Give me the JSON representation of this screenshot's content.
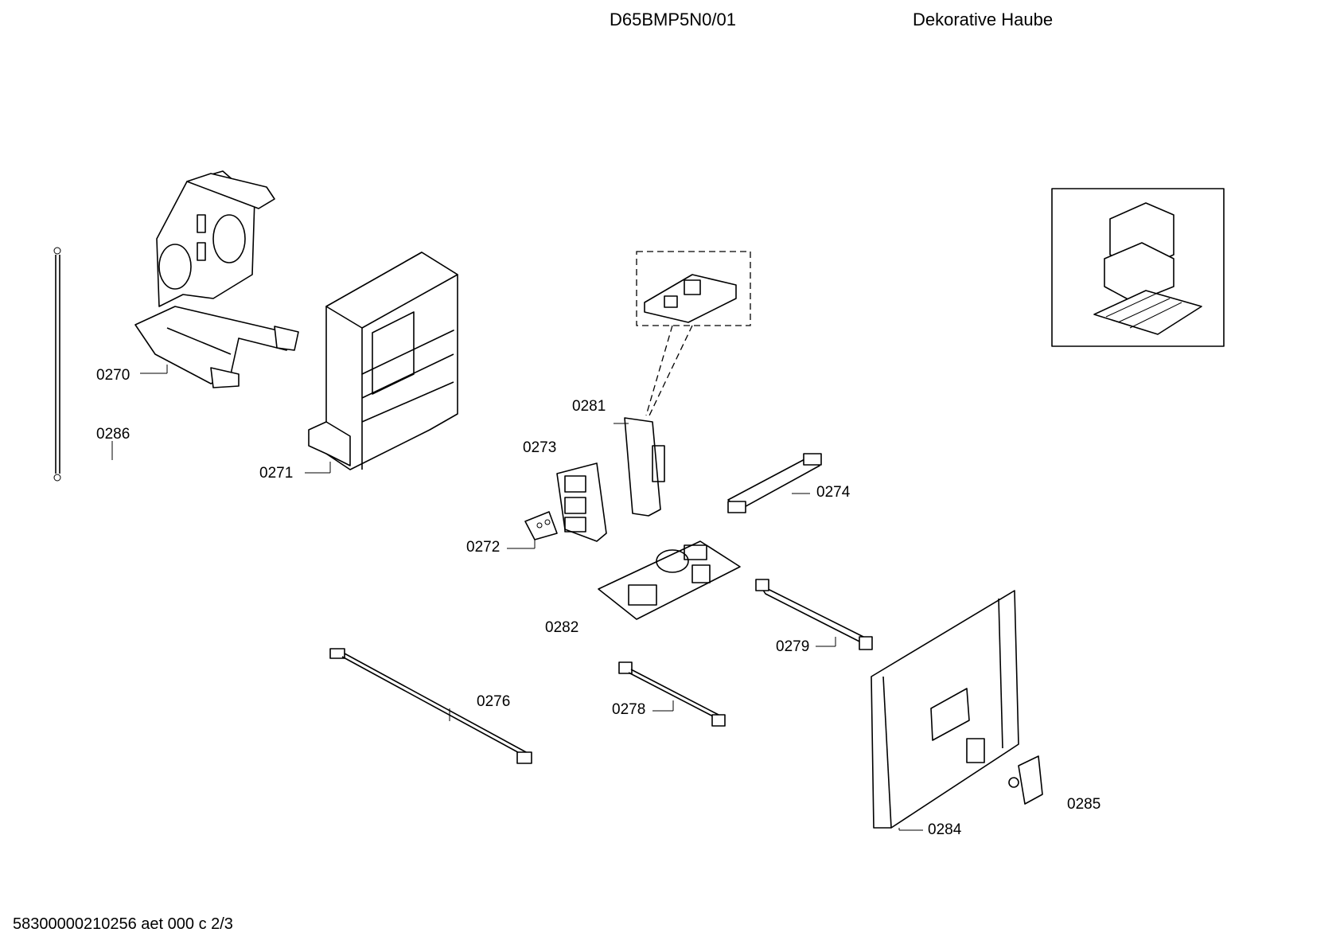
{
  "header": {
    "model": "D65BMP5N0/01",
    "description": "Dekorative Haube"
  },
  "footer": {
    "doc_id": "58300000210256 aet 000 c 2/3"
  },
  "parts": [
    {
      "id": "p0270",
      "label": "0270"
    },
    {
      "id": "p0271",
      "label": "0271"
    },
    {
      "id": "p0272",
      "label": "0272"
    },
    {
      "id": "p0273",
      "label": "0273"
    },
    {
      "id": "p0274",
      "label": "0274"
    },
    {
      "id": "p0276",
      "label": "0276"
    },
    {
      "id": "p0278",
      "label": "0278"
    },
    {
      "id": "p0279",
      "label": "0279"
    },
    {
      "id": "p0281",
      "label": "0281"
    },
    {
      "id": "p0282",
      "label": "0282"
    },
    {
      "id": "p0284",
      "label": "0284"
    },
    {
      "id": "p0285",
      "label": "0285"
    },
    {
      "id": "p0286",
      "label": "0286"
    }
  ]
}
